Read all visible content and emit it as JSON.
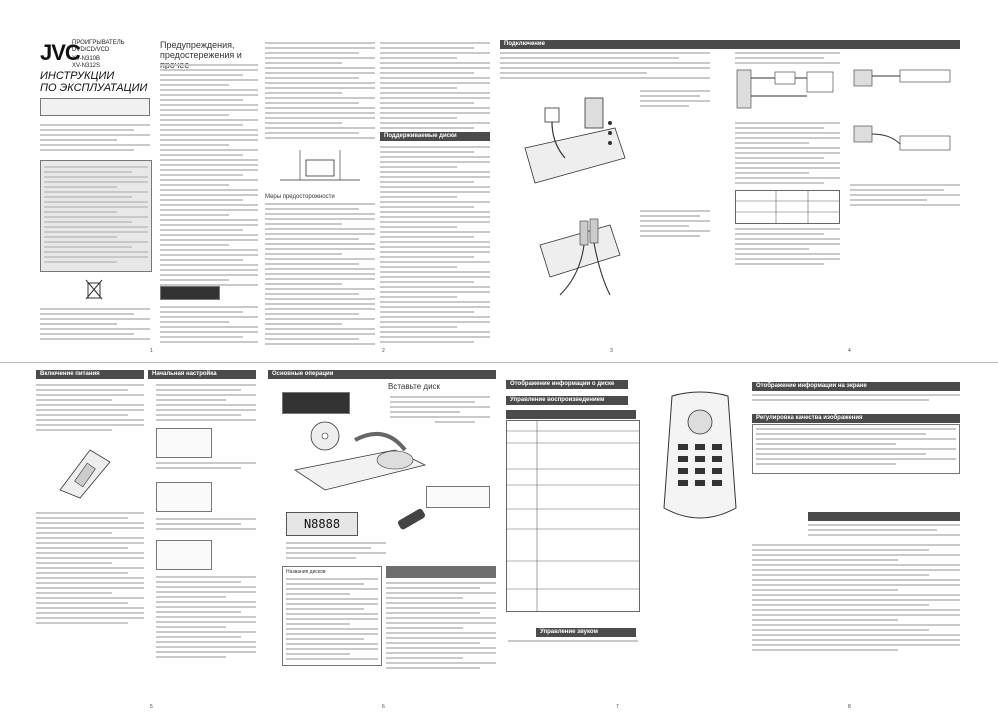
{
  "cover": {
    "brand": "JVC",
    "product_type": "ПРОИГРЫВАТЕЛЬ DVD/CD/VCD",
    "models": "XV-N310B\nXV-N312S",
    "instructions": "ИНСТРУКЦИИ\nПО ЭКСПЛУАТАЦИИ"
  },
  "headers": {
    "precautions": "Предупреждения, предостережения и прочее",
    "connection": "Подключение",
    "supported_discs": "Поддерживаемые диски",
    "power_on": "Включение питания",
    "initial_setup": "Начальная настройка",
    "basic_operations": "Основные операции",
    "insert_disc": "Вставьте диск",
    "playback_info": "Отображение информации о диске",
    "playback_control": "Управление воспроизведением",
    "screen_info": "Отображение информации на экране",
    "picture_adjust": "Регулировка качества изображения",
    "caution_measures": "Меры предосторожности",
    "sound_control": "Управление звуком",
    "disc_names": "Названия дисков"
  },
  "page_numbers": [
    "1",
    "2",
    "3",
    "4",
    "5",
    "6",
    "7",
    "8"
  ],
  "lcd_display": "N8888"
}
